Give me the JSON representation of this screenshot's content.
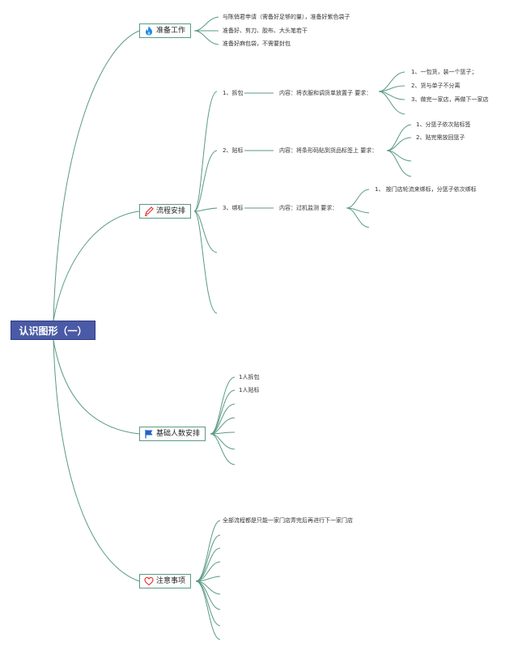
{
  "root": {
    "label": "认识图形（一）"
  },
  "branches": [
    {
      "label": "准备工作",
      "icon": "flame-icon",
      "notes": [
        "与陈俏君申请（需备好足够的量），准备好紫色袋子",
        "准备好、剪刀、胶布、大头笔若干",
        "准备好麻包袋，不需要封包"
      ]
    },
    {
      "label": "流程安排",
      "icon": "pencil-icon",
      "steps": [
        {
          "step": "1、拆包",
          "content": "内容：将衣服和调货单放置子 要求：",
          "requirements": [
            "1、一包货，装一个篮子；",
            "2、货与单子不分离",
            "3、做完一家店，再做下一家店"
          ]
        },
        {
          "step": "2、贴标",
          "content": "内容：将条形码贴到货品标签上 要求：",
          "requirements": [
            "1、分篮子依次贴标签",
            "2、贴完需放回篮子"
          ]
        },
        {
          "step": "3、绑标",
          "content": "内容：过机监测 要求：",
          "requirements": [
            "1、 按门店轮流来绑标，分篮子依次绑标"
          ]
        }
      ]
    },
    {
      "label": "基础人数安排",
      "icon": "flag-icon",
      "notes": [
        "1人拆包",
        "1人贴标"
      ]
    },
    {
      "label": "注意事项",
      "icon": "heart-icon",
      "notes": [
        "全部流程都是只能一家门店弄完后再进行下一家门店"
      ]
    }
  ],
  "colors": {
    "line": "#5a9a86",
    "root_bg": "#4b5aa6",
    "flame": "#1e88e5",
    "pencil": "#e53935",
    "flag": "#1e63c8",
    "heart": "#e53935"
  }
}
